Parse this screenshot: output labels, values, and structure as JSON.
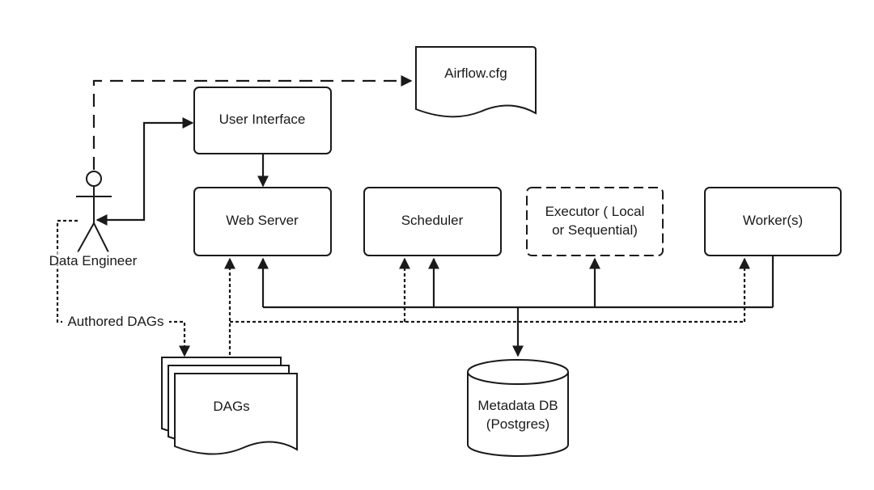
{
  "nodes": {
    "airflow_cfg": "Airflow.cfg",
    "user_interface": "User Interface",
    "web_server": "Web Server",
    "scheduler": "Scheduler",
    "executor_line1": "Executor ( Local",
    "executor_line2": "or Sequential)",
    "workers": "Worker(s)",
    "dags": "DAGs",
    "metadata_line1": "Metadata DB",
    "metadata_line2": "(Postgres)",
    "data_engineer": "Data Engineer"
  },
  "edges": {
    "authored_dags": "Authored DAGs"
  }
}
